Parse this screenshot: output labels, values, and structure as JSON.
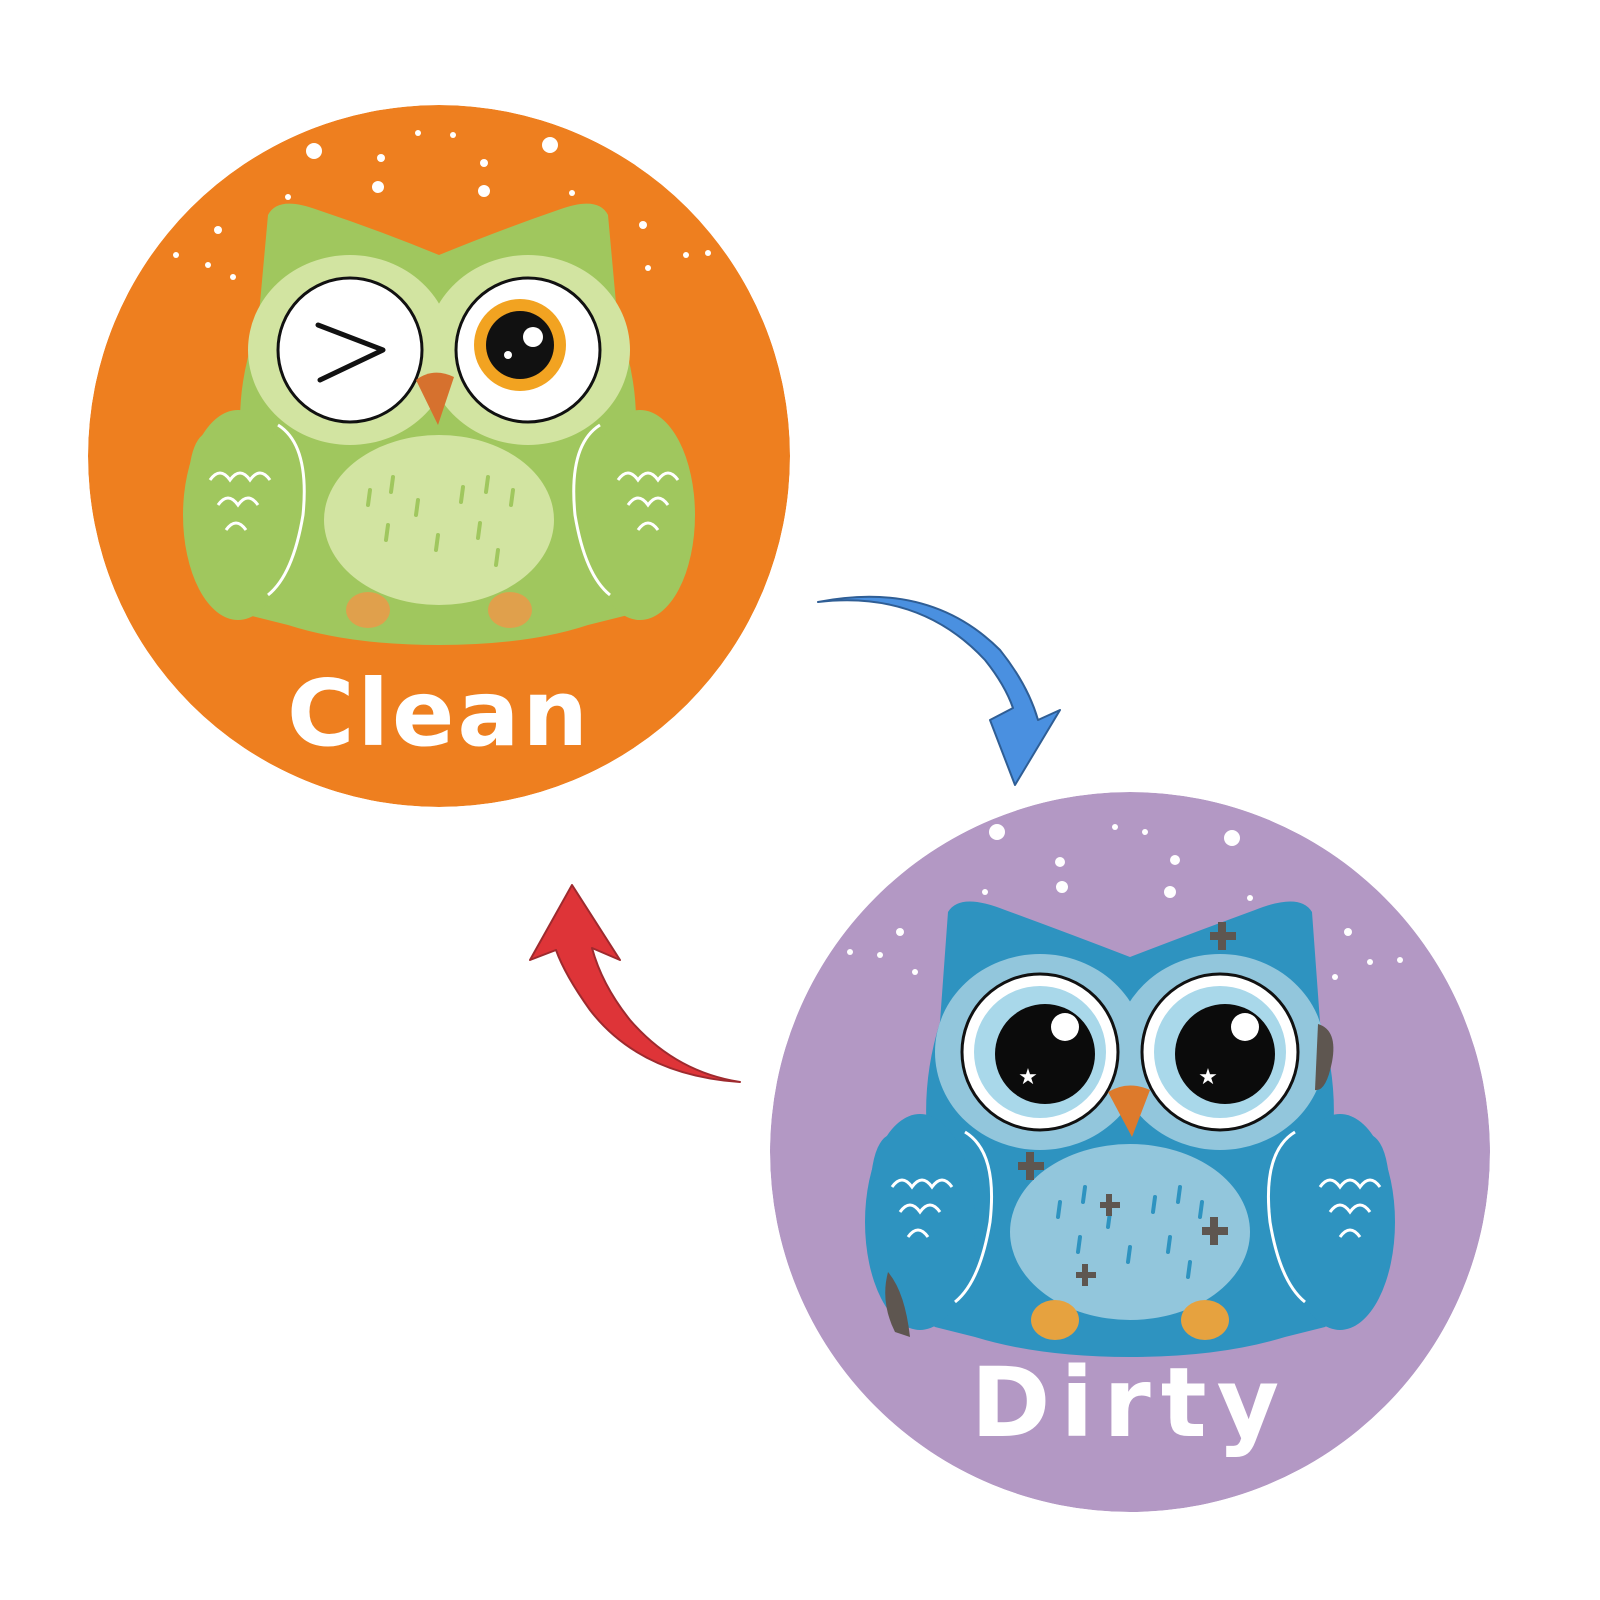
{
  "badges": [
    {
      "id": "clean",
      "label": "Clean",
      "background_color": "#EE7F1F",
      "owl": {
        "body_color": "#A0C75E",
        "face_color": "#D2E4A1",
        "belly_color": "#D2E4A1",
        "feet_color": "#E0A04C",
        "beak_color": "#D6712E",
        "left_eye": "winking",
        "right_eye": "open-orange-iris"
      }
    },
    {
      "id": "dirty",
      "label": "Dirty",
      "background_color": "#B398C4",
      "owl": {
        "body_color": "#2E93C0",
        "face_color": "#92C6DC",
        "belly_color": "#92C6DC",
        "feet_color": "#E6A23F",
        "beak_color": "#DD7A2C",
        "left_eye": "open-star",
        "right_eye": "open-star",
        "dirt_color": "#5E5650"
      }
    }
  ],
  "arrows": [
    {
      "id": "clean-to-dirty",
      "direction": "down-right",
      "color": "#4A90E0"
    },
    {
      "id": "dirty-to-clean",
      "direction": "up-left",
      "color": "#DE3438"
    }
  ]
}
